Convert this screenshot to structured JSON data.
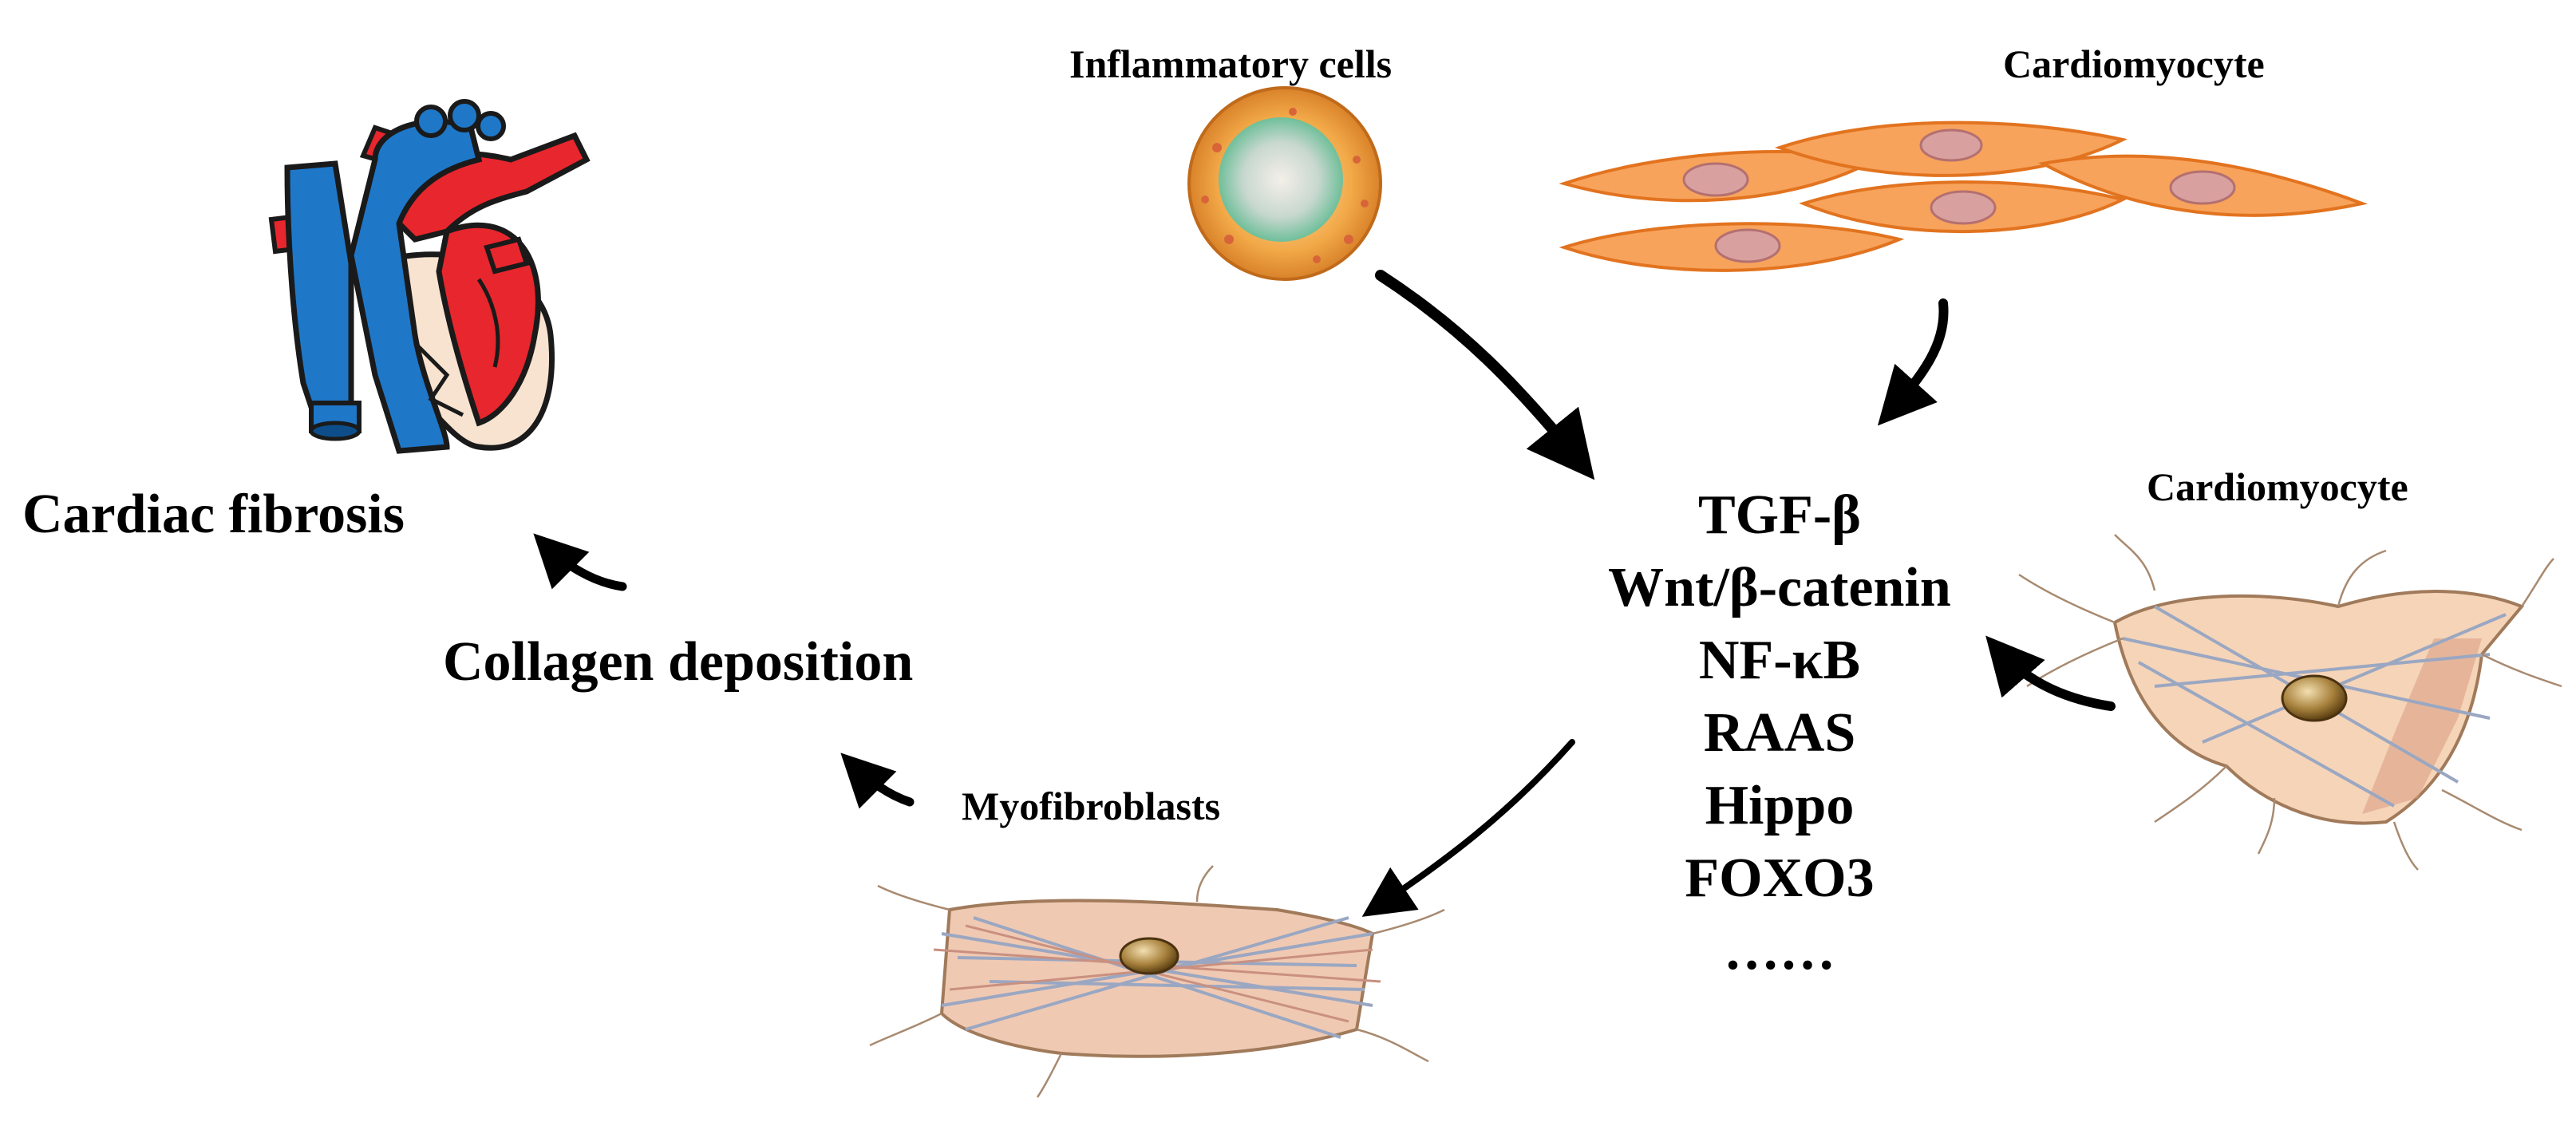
{
  "labels": {
    "inflammatory_cells": "Inflammatory cells",
    "cardiomyocyte_top": "Cardiomyocyte",
    "cardiomyocyte_right": "Cardiomyocyte",
    "cardiac_fibrosis": "Cardiac fibrosis",
    "collagen_deposition": "Collagen deposition",
    "myofibroblasts": "Myofibroblasts"
  },
  "pathways": [
    "TGF-β",
    "Wnt/β-catenin",
    "NF-κB",
    "RAAS",
    "Hippo",
    "FOXO3",
    "……"
  ],
  "colors": {
    "heart_blue": "#1f77c8",
    "heart_red": "#e8262d",
    "heart_cream": "#f7e3d0",
    "cardiomyocyte_orange": "#f7a35c",
    "inflammatory_orange": "#f0a040",
    "inflammatory_nucleus": "#8fcfb0",
    "fibroblast_pink": "#f0c9b3",
    "nucleus_brown": "#8b6a30",
    "arrow": "#000000"
  }
}
